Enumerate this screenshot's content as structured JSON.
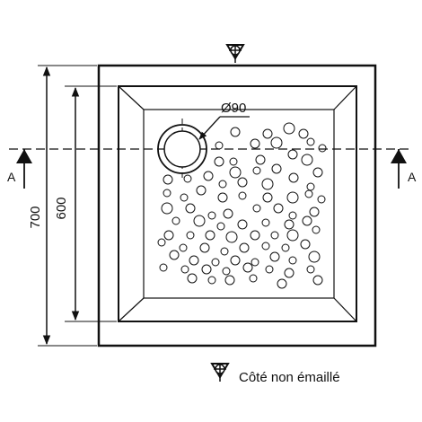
{
  "dimensions": {
    "outer": "700",
    "inner": "600",
    "drain": "Ø90"
  },
  "section": {
    "left_label": "A",
    "right_label": "A"
  },
  "legend": {
    "text": "Côté non émaillé",
    "symbol": "triangle-cross-icon"
  },
  "colors": {
    "stroke": "#111111",
    "background": "#ffffff"
  }
}
